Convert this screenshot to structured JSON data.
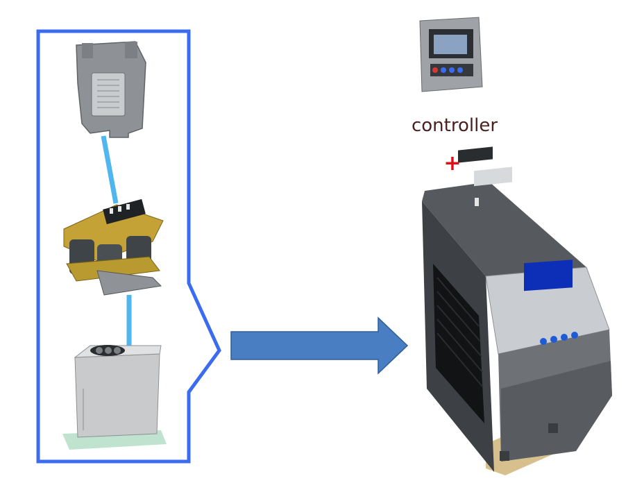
{
  "labels": {
    "controller": "controller",
    "plus": "+"
  },
  "components": {
    "left_group": [
      "current-transformer",
      "reactor",
      "capacitor"
    ],
    "right_group": [
      "controller-unit",
      "integrated-cabinet"
    ]
  },
  "colors": {
    "group_border": "#3b6cf0",
    "connector": "#4fb6f0",
    "arrow": "#4a7ec2",
    "plus": "#e0101a",
    "controller_text": "#4a1f1f"
  }
}
